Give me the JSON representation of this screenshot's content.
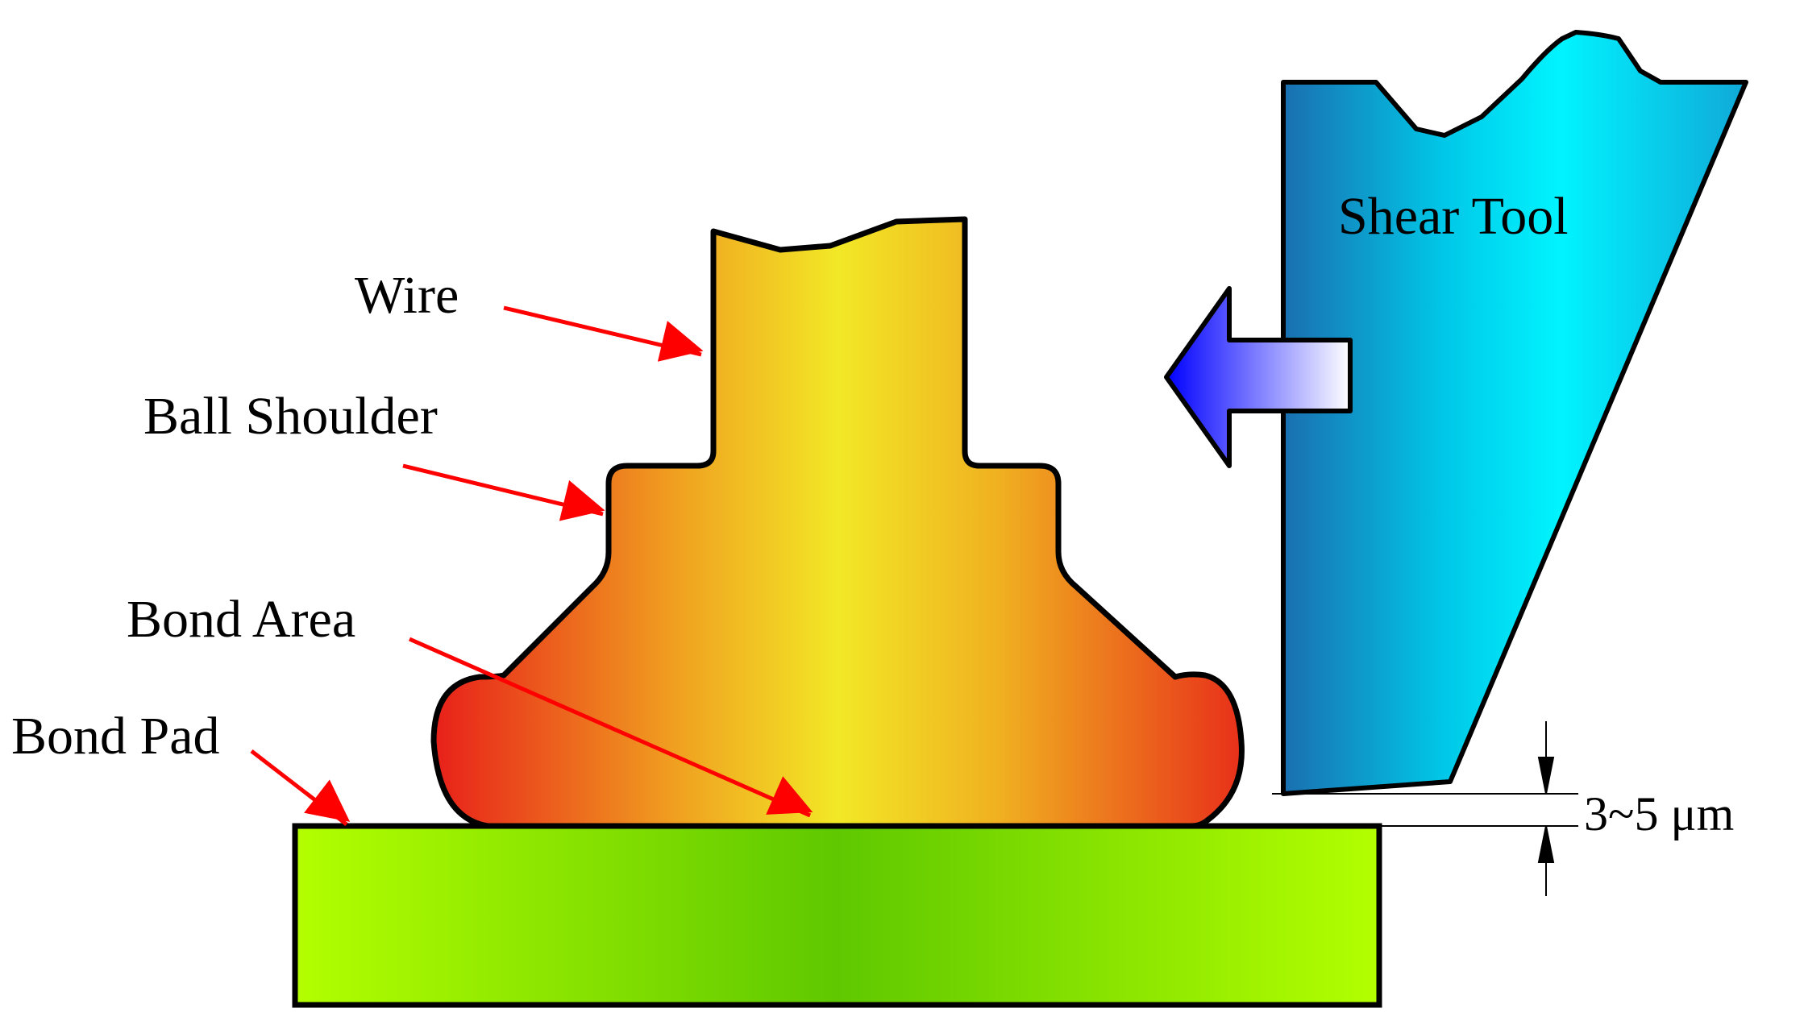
{
  "labels": {
    "wire": "Wire",
    "ball_shoulder": "Ball Shoulder",
    "bond_area": "Bond Area",
    "bond_pad": "Bond Pad",
    "shear_tool": "Shear Tool",
    "gap": "3~5 μm"
  },
  "colors": {
    "pointer_arrow": "#ff0000",
    "outline": "#000000",
    "bond_pad_edge": "#b3ff00",
    "bond_pad_center": "#5fc800",
    "ball_edge": "#e8201a",
    "ball_center": "#f2e826",
    "tool_left": "#1a6fb0",
    "tool_right": "#00f4ff",
    "motion_arrow_tip": "#0000ff",
    "motion_arrow_tail": "#ffffff"
  }
}
